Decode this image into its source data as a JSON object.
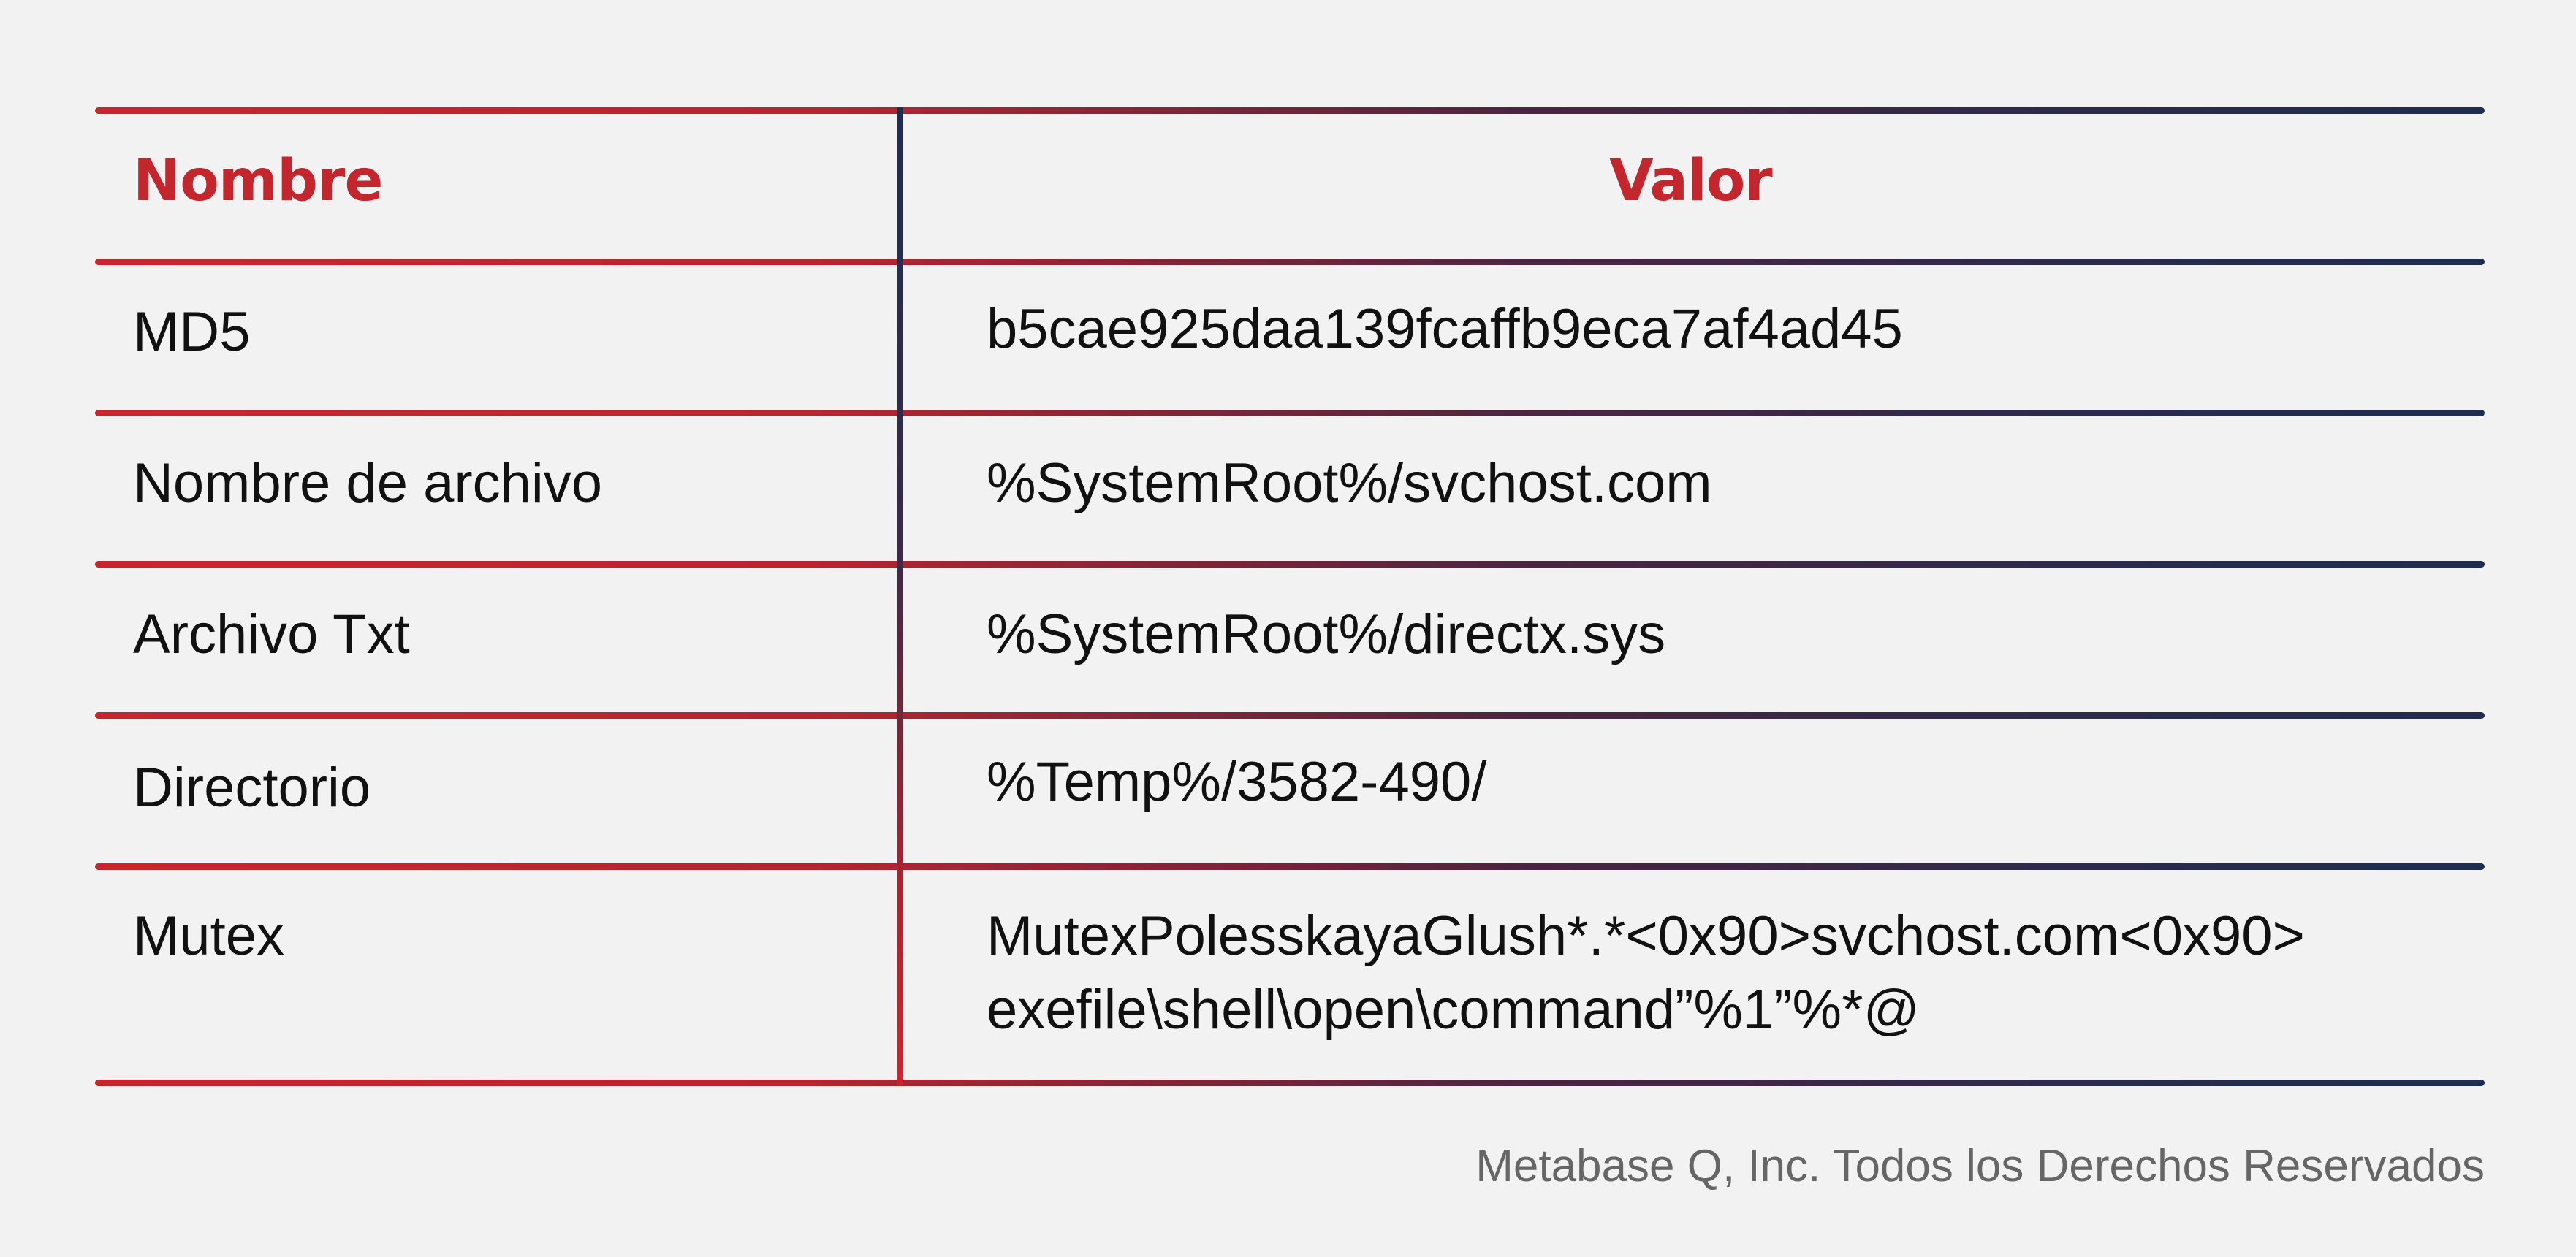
{
  "table": {
    "headers": {
      "name": "Nombre",
      "value": "Valor"
    },
    "rows": [
      {
        "name": "MD5",
        "value": [
          "b5cae925daa139fcaffb9eca7af4ad45"
        ]
      },
      {
        "name": "Nombre de archivo",
        "value": [
          "%SystemRoot%/svchost.com"
        ]
      },
      {
        "name": "Archivo Txt",
        "value": [
          "%SystemRoot%/directx.sys"
        ]
      },
      {
        "name": "Directorio",
        "value": [
          "%Temp%/3582-490/"
        ]
      },
      {
        "name": "Mutex",
        "value": [
          "MutexPolesskayaGlush*.*<0x90>svchost.com<0x90>",
          "exefile\\shell\\open\\command”%1”%*@"
        ]
      }
    ]
  },
  "footer": {
    "copyright": "Metabase Q, Inc. Todos los Derechos Reservados"
  },
  "colors": {
    "accent_red": "#c4262e",
    "accent_navy": "#1f2d50",
    "background": "#f2f2f2"
  }
}
